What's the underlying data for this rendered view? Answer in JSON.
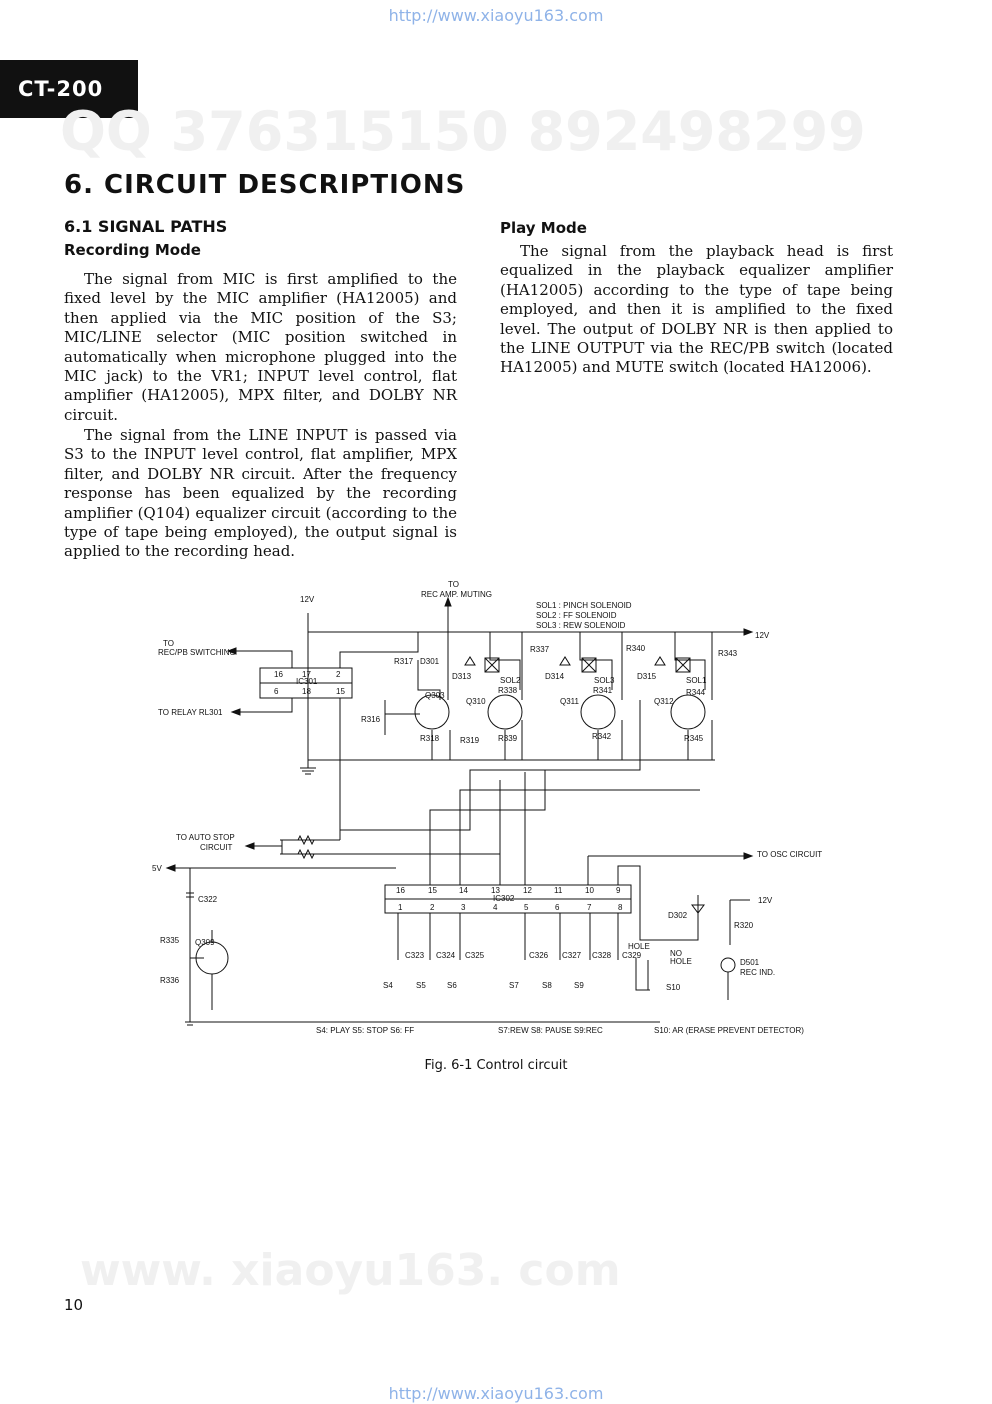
{
  "header": {
    "url_top": "http://www.xiaoyu163.com",
    "model_tab": "CT-200",
    "watermark_qq": "QQ 376315150   892498299"
  },
  "section": {
    "title": "6. CIRCUIT DESCRIPTIONS",
    "subsection": "6.1 SIGNAL PATHS"
  },
  "recording": {
    "heading": "Recording Mode",
    "p1": "The signal from MIC is first amplified to the fixed level by the MIC amplifier (HA12005) and then applied via the MIC position of the S3; MIC/LINE selector (MIC position switched in automatically when microphone plugged into the MIC jack) to the VR1; INPUT level control, flat amplifier (HA12005), MPX filter, and DOLBY NR circuit.",
    "p2": "The signal from the LINE INPUT is passed via S3 to the INPUT level control, flat amplifier, MPX filter, and DOLBY NR circuit. After the frequency response has been equalized by the recording amplifier (Q104) equalizer circuit (according to the type of tape being employed), the output signal is applied to the recording head."
  },
  "play": {
    "heading": "Play Mode",
    "p1": "The signal from the playback head is first equalized in the playback equalizer amplifier (HA12005) according to the type of tape being employed, and then it is amplified to the fixed level. The output of DOLBY NR is then applied to the LINE OUTPUT via the REC/PB switch (located HA12005) and MUTE switch (located HA12006)."
  },
  "diagram": {
    "v12_top": "12V",
    "to_rec_amp": "TO",
    "rec_amp_muting": "REC AMP. MUTING",
    "sol1": "SOL1 :  PINCH SOLENOID",
    "sol2": "SOL2 :  FF      SOLENOID",
    "sol3": "SOL3 :  REW   SOLENOID",
    "v12_right": "12V",
    "to_recpb": "TO",
    "recpb": "REC/PB SWITCHING",
    "relay": "TO RELAY RL301",
    "ic301": "IC301",
    "ic301_pins": [
      "16",
      "17",
      "2",
      "6",
      "18",
      "15"
    ],
    "r317": "R317",
    "d301": "D301",
    "q303": "Q303",
    "r316": "R316",
    "r318": "R318",
    "r319": "R319",
    "d313": "D313",
    "sol2_label": "SOL2",
    "r338": "R338",
    "q310": "Q310",
    "r339": "R339",
    "r337": "R337",
    "d314": "D314",
    "sol3_label": "SOL3",
    "r341": "R341",
    "q311": "Q311",
    "r342": "R342",
    "r340": "R340",
    "d315": "D315",
    "sol1_label": "SOL1",
    "r344": "R344",
    "q312": "Q312",
    "r345": "R345",
    "r343": "R343",
    "auto_stop_1": "TO AUTO STOP",
    "auto_stop_2": "CIRCUIT",
    "osc": "TO OSC CIRCUIT",
    "v5": "5V",
    "c322": "C322",
    "r335": "R335",
    "q309": "Q309",
    "r336": "R336",
    "ic302": "IC302",
    "ic302_top_pins": [
      "16",
      "15",
      "14",
      "13",
      "12",
      "11",
      "10",
      "9"
    ],
    "ic302_bot_pins": [
      "1",
      "2",
      "3",
      "4",
      "5",
      "6",
      "7",
      "8"
    ],
    "caps": [
      "C323",
      "C324",
      "C325",
      "C326",
      "C327",
      "C328",
      "C329"
    ],
    "switches": [
      "S4",
      "S5",
      "S6",
      "S7",
      "S8",
      "S9",
      "S10"
    ],
    "hole": "HOLE",
    "no_hole_1": "NO",
    "no_hole_2": "HOLE",
    "d302": "D302",
    "v12_led": "12V",
    "r320": "R320",
    "d501": "D501",
    "rec_ind": "REC IND.",
    "legend_left": "S4: PLAY   S5: STOP   S6: FF",
    "legend_mid": "S7:REW  S8: PAUSE  S9:REC",
    "legend_right": "S10: AR (ERASE PREVENT DETECTOR)"
  },
  "figure_caption": "Fig. 6-1  Control circuit",
  "page_number": "10",
  "footer": {
    "watermark": "www. xiaoyu163. com",
    "url_bottom": "http://www.xiaoyu163.com"
  }
}
